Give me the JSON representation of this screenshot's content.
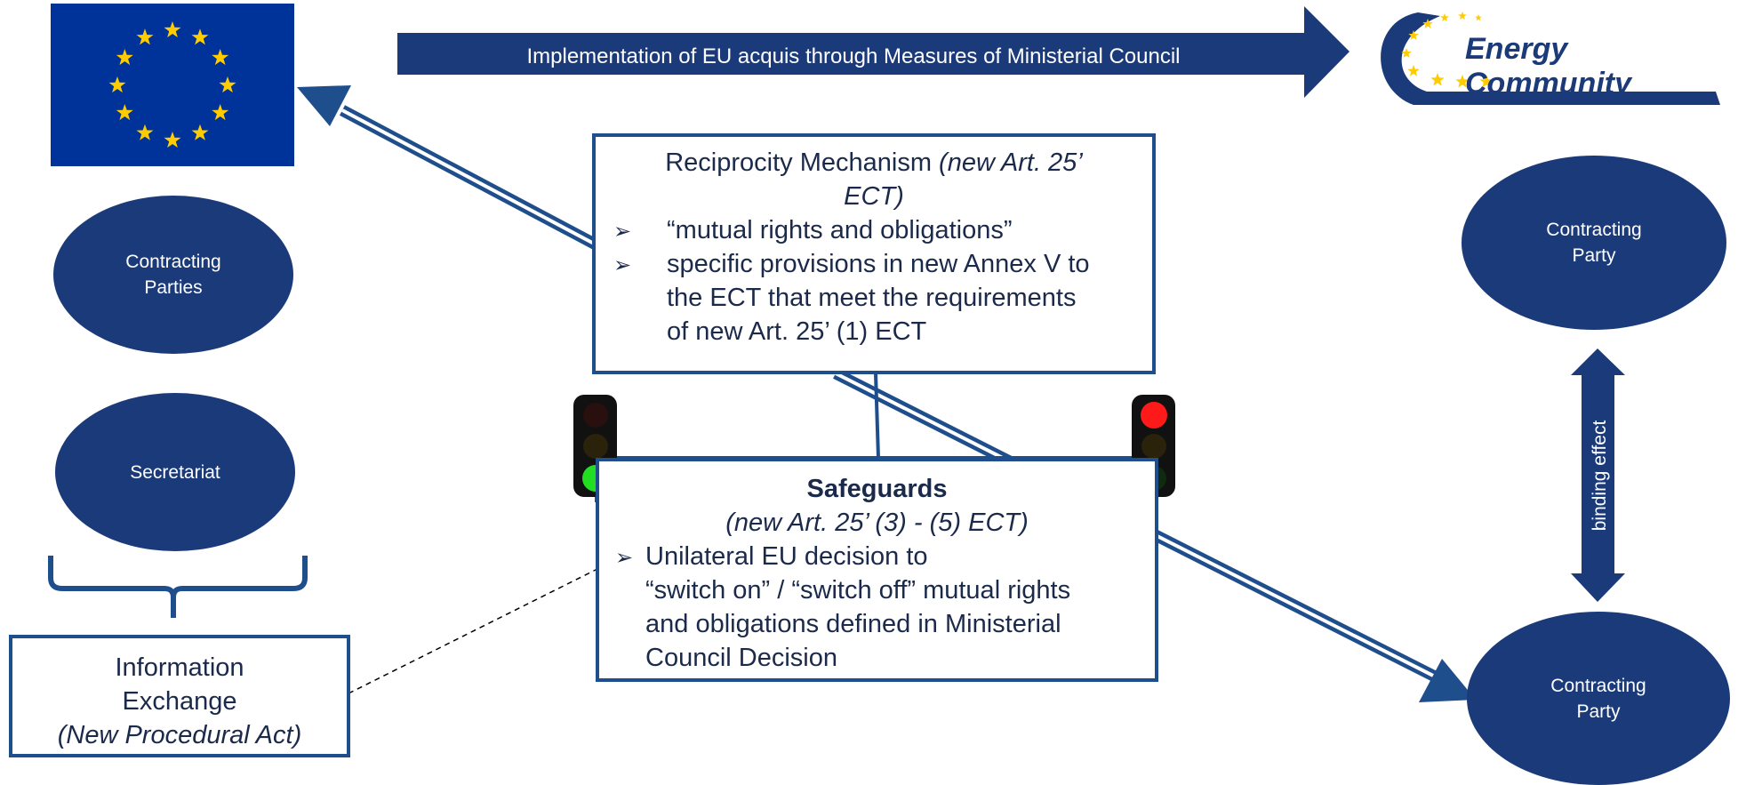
{
  "banner": {
    "label": "Implementation of EU acquis through Measures of Ministerial Council"
  },
  "logo": {
    "text": "Energy Community"
  },
  "left": {
    "oval1": "Contracting\nParties",
    "oval2": "Secretariat",
    "info": {
      "line1": "Information",
      "line2": "Exchange",
      "line3": "(New Procedural Act)"
    }
  },
  "reciprocity": {
    "title": "Reciprocity Mechanism",
    "title_ref": "(new Art. 25’",
    "title_ref2": "ECT)",
    "bullet_symbol": "➢",
    "bullet1": "“mutual rights and obligations”",
    "bullet2_l1": "specific provisions in new Annex V to",
    "bullet2_l2": "the ECT that meet the requirements",
    "bullet2_l3": "of new Art. 25’ (1) ECT"
  },
  "safeguards": {
    "title": "Safeguards",
    "subtitle": "(new Art. 25’ (3) - (5) ECT)",
    "bullet_symbol": "➢",
    "l1": "Unilateral EU decision to",
    "l2": "“switch on” / “switch off” mutual rights",
    "l3": "and obligations defined in Ministerial",
    "l4": "Council Decision"
  },
  "right": {
    "party_top": "Contracting\nParty",
    "party_bottom": "Contracting\nParty",
    "binding": "binding effect"
  },
  "colors": {
    "navy": "#1b3a7a",
    "border_blue": "#1f4e8c",
    "eu_blue": "#003399",
    "star_yellow": "#ffcc00",
    "light_green": "#22dd22",
    "light_red": "#ff1a1a"
  }
}
